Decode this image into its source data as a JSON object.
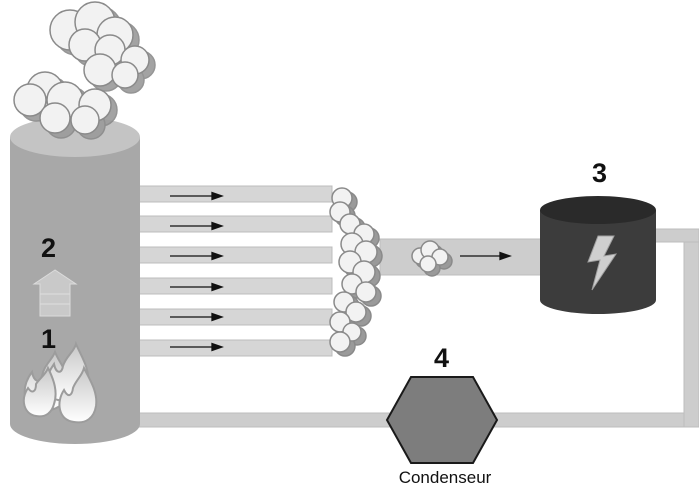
{
  "labels": {
    "step_1": "1",
    "step_2": "2",
    "step_3": "3",
    "step_4": "4",
    "condenser": "Condenseur"
  },
  "colors": {
    "chimney_body": "#a8a8a8",
    "chimney_top": "#c4c4c4",
    "pipe": "#cdcdcd",
    "turbine": "#3c3c3c",
    "condenser": "#7d7d7d",
    "cloud": "#f2f2f2"
  },
  "icons": [
    "smoke-cloud-icon",
    "flame-icon",
    "up-arrow-icon",
    "flow-arrow-icon",
    "steam-cloud-icon",
    "lightning-bolt-icon"
  ]
}
